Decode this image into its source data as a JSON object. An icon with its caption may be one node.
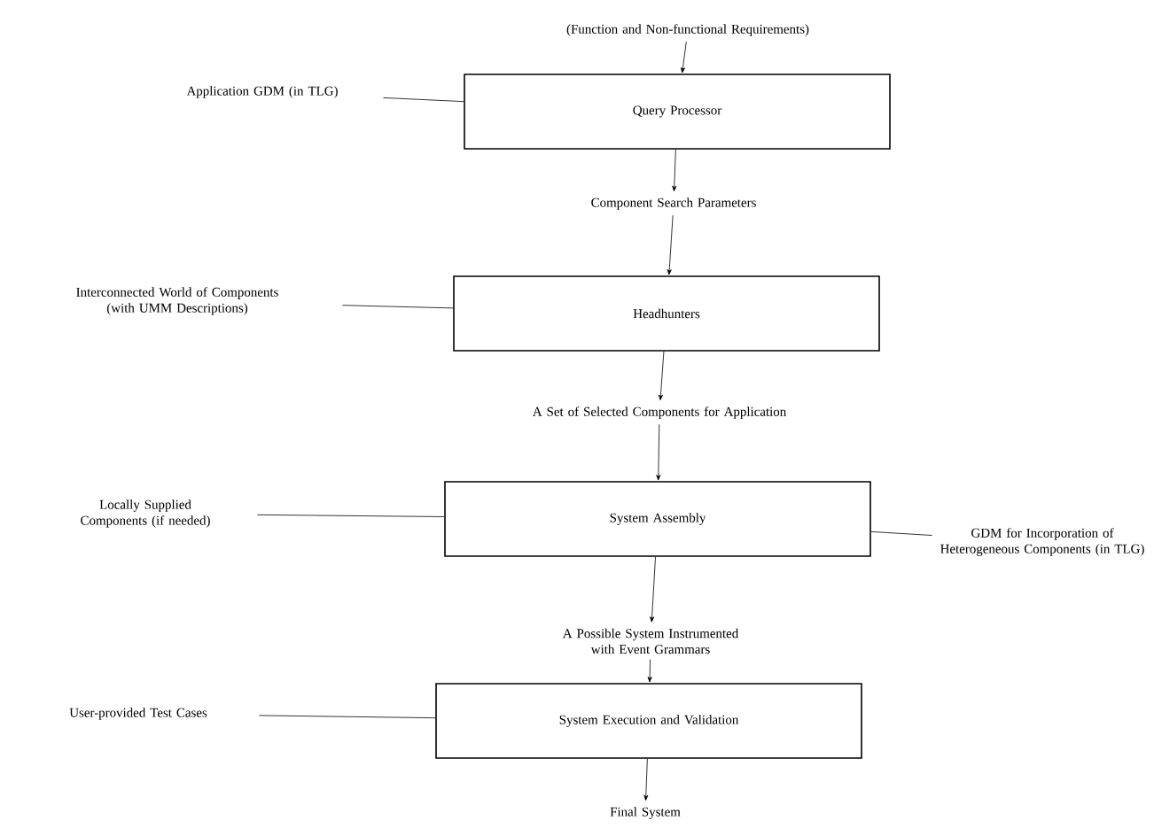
{
  "diagram": {
    "nodes": [
      {
        "text": [
          "(Function and Non-functional Requirements)"
        ]
      },
      {
        "text": [
          "Application GDM (in TLG)"
        ]
      },
      {
        "text": [
          "Query Processor"
        ]
      },
      {
        "text": [
          "Component Search Parameters"
        ]
      },
      {
        "text": [
          "Interconnected World of Components (with UMM Descriptions)"
        ]
      },
      {
        "text": [
          "Headhunters"
        ]
      },
      {
        "text": [
          "A Set of Selected Components for Application"
        ]
      },
      {
        "text": [
          "Locally Supplied Components (if needed)"
        ]
      },
      {
        "text": [
          "System Assembly"
        ]
      },
      {
        "text": [
          "GDM for Incorporation of Heterogeneous Components (in TLG)"
        ]
      },
      {
        "text": [
          "A Possible System Instrumented with Event Grammars"
        ]
      },
      {
        "text": [
          "User-provided Test Cases"
        ]
      },
      {
        "text": [
          "System Execution and Validation"
        ]
      },
      {
        "text": [
          "Final System"
        ]
      }
    ],
    "edges": [
      {
        "from": 0,
        "to": 2,
        "arrow": "to"
      },
      {
        "from": 1,
        "to": 2,
        "arrow": "none"
      },
      {
        "from": 2,
        "to": 3,
        "arrow": "to"
      },
      {
        "from": 3,
        "to": 5,
        "arrow": "to"
      },
      {
        "from": 4,
        "to": 5,
        "arrow": "none"
      },
      {
        "from": 5,
        "to": 6,
        "arrow": "to"
      },
      {
        "from": 6,
        "to": 8,
        "arrow": "to"
      },
      {
        "from": 7,
        "to": 8,
        "arrow": "none"
      },
      {
        "from": 9,
        "to": 8,
        "arrow": "none"
      },
      {
        "from": 8,
        "to": 10,
        "arrow": "to"
      },
      {
        "from": 10,
        "to": 12,
        "arrow": "to"
      },
      {
        "from": 11,
        "to": 12,
        "arrow": "none"
      },
      {
        "from": 12,
        "to": 13,
        "arrow": "to"
      }
    ]
  }
}
